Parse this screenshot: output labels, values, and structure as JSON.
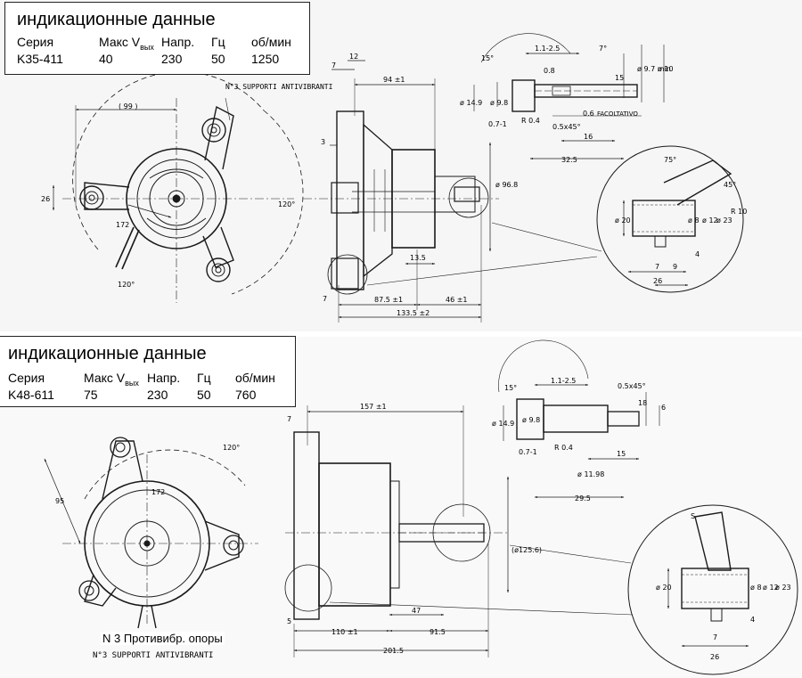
{
  "top_spec": {
    "title": "индикационные данные",
    "headers": {
      "series": "Серия",
      "vmax": "Макс V",
      "vmax_sub": "вых",
      "voltage": "Напр.",
      "hz": "Гц",
      "rpm": "об/мин"
    },
    "values": {
      "series": "K35-411",
      "vmax": "40",
      "voltage": "230",
      "hz": "50",
      "rpm": "1250"
    }
  },
  "bottom_spec": {
    "title": "индикационные данные",
    "headers": {
      "series": "Серия",
      "vmax": "Макс V",
      "vmax_sub": "вых",
      "voltage": "Напр.",
      "hz": "Гц",
      "rpm": "об/мин"
    },
    "values": {
      "series": "K48-611",
      "vmax": "75",
      "voltage": "230",
      "hz": "50",
      "rpm": "760"
    }
  },
  "top_drawing": {
    "note_supports": "N°3 SUPPORTI ANTIVIBRANTI",
    "dims": {
      "d99": "( 99 )",
      "d26": "26",
      "d172": "172",
      "d120a": "120°",
      "d120b": "120°",
      "d7": "7",
      "d12": "12",
      "d94": "94 ±1",
      "d3": "3",
      "d13_5": "13.5",
      "d96_8": "ø 96.8",
      "d7b": "7",
      "d87_5": "87.5 ±1",
      "d46": "46 ±1",
      "d133_5": "133.5 ±2",
      "d15deg": "15°",
      "d1_1": "1.1-2.5",
      "d7deg": "7°",
      "d0_8": "0.8",
      "d14_9": "ø 14.9",
      "d9_8": "ø 9.8",
      "dR0_4": "R 0.4",
      "d0_7": "0.7-1",
      "d0_5x45": "0.5x45°",
      "d16": "16",
      "d32_5": "32.5",
      "d0_6": "0.6",
      "facolt": "FACOLTATIVO",
      "d15": "15",
      "d9_7": "ø 9.7 min",
      "d10": "ø 10",
      "d75deg": "75°",
      "d45deg": "45°",
      "dR10": "R 10",
      "d20": "ø 20",
      "d8": "ø 8",
      "d12b": "ø 12",
      "d23": "ø 23",
      "d4": "4",
      "d7c": "7",
      "d9": "9",
      "d26b": "26"
    }
  },
  "bottom_drawing": {
    "caption_ru": "N 3 Противибр. опоры",
    "caption_it": "N°3 SUPPORTI ANTIVIBRANTI",
    "dims": {
      "d120": "120°",
      "d95": "95",
      "d172": "172",
      "d7": "7",
      "d157": "157 ±1",
      "d125_6": "(ø125.6)",
      "d47": "47",
      "d5": "5",
      "d110": "110 ±1",
      "d91_5": "91.5",
      "d201_5": "201.5",
      "d15deg": "15°",
      "d1_1": "1.1-2.5",
      "d0_5x45": "0.5x45°",
      "d14_9": "ø 14.9",
      "d9_8": "ø 9.8",
      "dR0_4": "R 0.4",
      "d0_7": "0.7-1",
      "d11_98": "ø 11.98",
      "d15": "15",
      "d29_5": "29.5",
      "d18": "18",
      "d6": "6",
      "dS": "S",
      "d20": "ø 20",
      "d8": "ø 8",
      "d12": "ø 12",
      "d23": "ø 23",
      "d4": "4",
      "d7b": "7",
      "d26": "26"
    }
  },
  "colors": {
    "line": "#1a1a1a",
    "background_top": "#f6f6f6",
    "background_bottom": "#f9f9f9",
    "box": "#ffffff"
  }
}
